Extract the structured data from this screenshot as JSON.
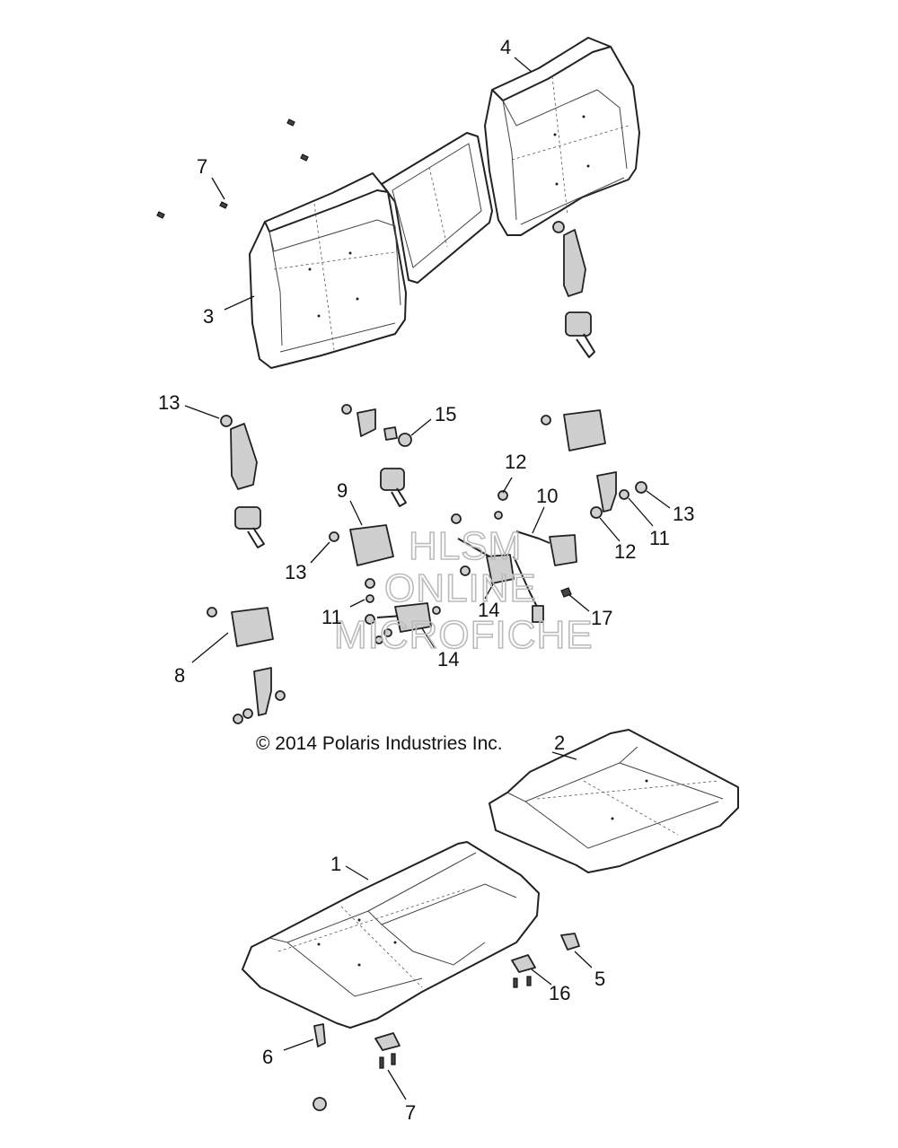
{
  "copyright": "© 2014 Polaris Industries Inc.",
  "watermark": [
    "HLSM",
    "ONLINE",
    "MICROFICHE"
  ],
  "callouts": [
    {
      "id": "c1",
      "text": "1"
    },
    {
      "id": "c2",
      "text": "2"
    },
    {
      "id": "c3",
      "text": "3"
    },
    {
      "id": "c4",
      "text": "4"
    },
    {
      "id": "c5",
      "text": "5"
    },
    {
      "id": "c6",
      "text": "6"
    },
    {
      "id": "c7a",
      "text": "7"
    },
    {
      "id": "c7b",
      "text": "7"
    },
    {
      "id": "c8",
      "text": "8"
    },
    {
      "id": "c9",
      "text": "9"
    },
    {
      "id": "c10",
      "text": "10"
    },
    {
      "id": "c11a",
      "text": "11"
    },
    {
      "id": "c11b",
      "text": "11"
    },
    {
      "id": "c12a",
      "text": "12"
    },
    {
      "id": "c12b",
      "text": "12"
    },
    {
      "id": "c13a",
      "text": "13"
    },
    {
      "id": "c13b",
      "text": "13"
    },
    {
      "id": "c13c",
      "text": "13"
    },
    {
      "id": "c14a",
      "text": "14"
    },
    {
      "id": "c14b",
      "text": "14"
    },
    {
      "id": "c15",
      "text": "15"
    },
    {
      "id": "c16",
      "text": "16"
    },
    {
      "id": "c17",
      "text": "17"
    }
  ]
}
